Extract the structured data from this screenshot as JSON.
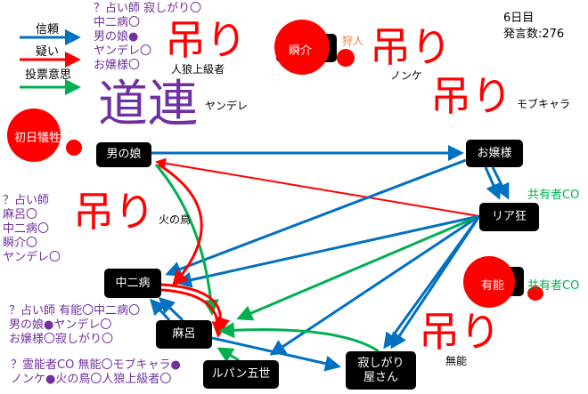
{
  "legend": {
    "trust": "信頼",
    "doubt": "疑い",
    "vote": "投票意思"
  },
  "colors": {
    "trust": "#0070c0",
    "doubt": "#ff0000",
    "vote": "#00b050",
    "note": "#7030a0"
  },
  "status": {
    "day": "6日目",
    "posts": "発言数:276"
  },
  "seer_note_top": [
    "？占い師 寂しがり〇",
    "中二病〇",
    "男の娘●",
    "ヤンデレ〇",
    "お嬢様〇"
  ],
  "seer_note_left": [
    "？占い師",
    "麻呂〇",
    "中二病〇",
    "瞬介〇",
    "ヤンデレ〇"
  ],
  "seer_note_bottom": [
    "？占い師 有能〇中二病〇",
    "男の娘●ヤンデレ〇",
    "お嬢様〇寂しがり〇"
  ],
  "medium_note": [
    "？霊能者CO 無能〇モブキャラ●",
    "ノンケ●火の鳥〇人狼上級者〇"
  ],
  "big_label": "道連",
  "hanged_label": "吊り",
  "dead": {
    "first_victim": "初日犠牲者",
    "shunsuke": "瞬介",
    "hunter": "狩人",
    "yuno": "有能"
  },
  "hanged_players": {
    "a": "人狼上級者",
    "b": "ノンケ",
    "c": "モブキャラ",
    "d": "ヤンデレ",
    "e": "火の鳥",
    "f": "無能"
  },
  "nodes": {
    "otokonoko": "男の娘",
    "ojousama": "お嬢様",
    "riakyou": "リア狂",
    "chuunibyou": "中二病",
    "maro": "麻呂",
    "lupin": "ルパン五世",
    "sabishigari": "寂しがり屋さん"
  },
  "co": {
    "riakyou": "共有者CO",
    "yuno": "共有者CO"
  }
}
